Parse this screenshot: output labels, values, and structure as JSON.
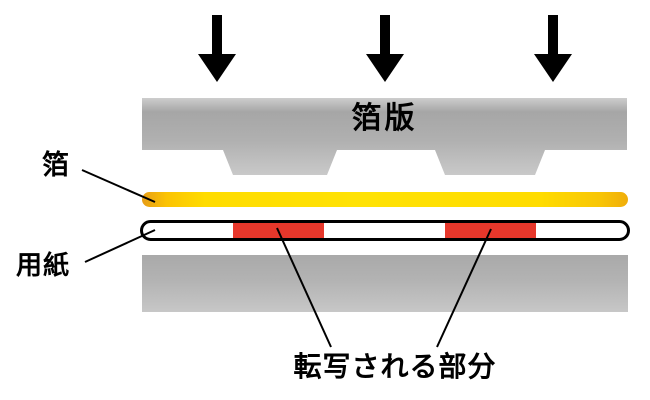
{
  "diagram": {
    "title": "箔版",
    "foil_label": "箔",
    "paper_label": "用紙",
    "transfer_label": "転写される部分"
  },
  "icons": {
    "press_arrow": "down-arrow",
    "press_arrow_count": 3
  },
  "colors": {
    "foil_gold": "#F0AD0A",
    "foil_yellow": "#FFE000",
    "transfer_red": "#E6372B",
    "plate_gray_dark": "#A6A6A6",
    "plate_gray_light": "#C9C9C9",
    "line_black": "#000000"
  }
}
